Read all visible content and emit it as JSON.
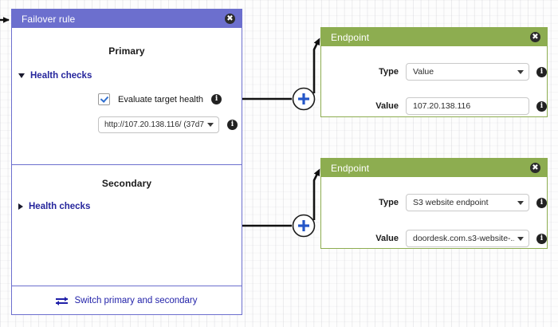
{
  "failover": {
    "title": "Failover rule",
    "close_icon": "close-icon",
    "header_color": "#6c6fce",
    "primary": {
      "label": "Primary",
      "health_checks_label": "Health checks",
      "health_checks_expanded": true,
      "checkbox_label": "Evaluate target health",
      "checkbox_checked": true,
      "health_check_select": "http://107.20.138.116/ (37d7...",
      "info_icon": "info-icon"
    },
    "secondary": {
      "label": "Secondary",
      "health_checks_label": "Health checks",
      "health_checks_expanded": false
    },
    "switch_label": "Switch primary and secondary",
    "switch_icon": "swap-arrows-icon"
  },
  "endpoints": [
    {
      "title": "Endpoint",
      "header_color": "#8dad50",
      "type_label": "Type",
      "type_value": "Value",
      "value_label": "Value",
      "value_value": "107.20.138.116",
      "type_control": "select",
      "value_control": "input"
    },
    {
      "title": "Endpoint",
      "header_color": "#8dad50",
      "type_label": "Type",
      "type_value": "S3 website endpoint",
      "value_label": "Value",
      "value_value": "doordesk.com.s3-website-...",
      "type_control": "select",
      "value_control": "select"
    }
  ],
  "connectors": [
    {
      "add_label": "+",
      "name": "add-endpoint-node-primary"
    },
    {
      "add_label": "+",
      "name": "add-endpoint-node-secondary"
    }
  ]
}
